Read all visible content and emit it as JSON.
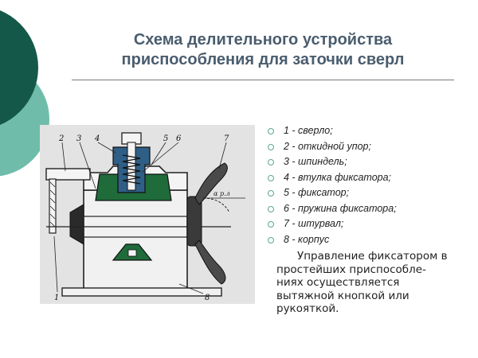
{
  "title": {
    "line1": "Схема делительного устройства",
    "line2": "приспособления для заточки сверл"
  },
  "legend": [
    {
      "label": "1 - сверло;"
    },
    {
      "label": "2 - откидной упор;"
    },
    {
      "label": "3 - шпиндель;"
    },
    {
      "label": "4 - втулка фиксатора;"
    },
    {
      "label": "5 - фиксатор;"
    },
    {
      "label": "6 - пружина фиксатора;"
    },
    {
      "label": "7 - штурвал;"
    },
    {
      "label": "8 - корпус"
    }
  ],
  "note": {
    "line1": "Управление фиксатором в",
    "line2": "простейших приспособле-",
    "line3": "ниях осуществляется",
    "line4": "вытяжной кнопкой или",
    "line5": "рукояткой."
  },
  "diagram": {
    "callouts": {
      "n1": "1",
      "n2": "2",
      "n3": "3",
      "n4": "4",
      "n5": "5",
      "n6": "6",
      "n7": "7",
      "n8": "8"
    },
    "angle_label": "α р.л",
    "fill_color": "#1f6b3a",
    "drill_color": "#2f5f86",
    "frame_color": "#dcdcdc"
  },
  "theme": {
    "deco_dark": "#14584a",
    "deco_light": "#6fbcaa",
    "bullet_color": "#5aa895"
  }
}
